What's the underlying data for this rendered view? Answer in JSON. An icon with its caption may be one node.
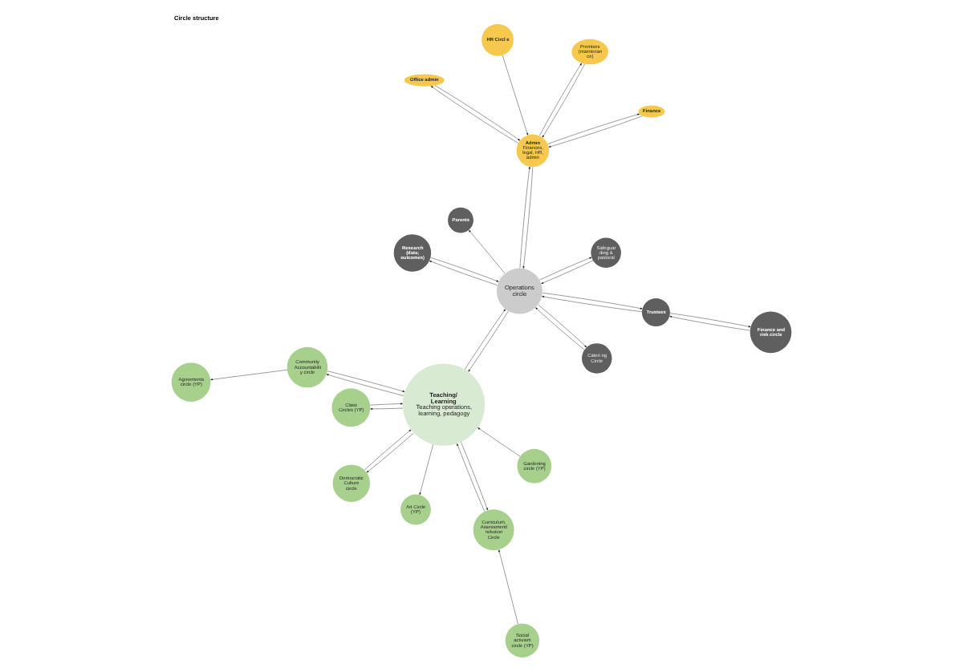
{
  "diagram": {
    "title": "Circle structure",
    "nodes": [
      {
        "text": [
          "Teaching/ Learning",
          "Teaching operations, learning, pedagogy"
        ]
      },
      {
        "text": [
          "Social activism circle (YP)"
        ]
      },
      {
        "text": [
          "Curriculum, Assessmentl nclusion Circle"
        ]
      },
      {
        "text": [
          "Class Circles (YP)"
        ]
      },
      {
        "text": [
          "Community Accountabilit y circle"
        ]
      },
      {
        "text": [
          "Agreements circle (YP)"
        ]
      },
      {
        "text": [
          "Democratic Culture circle"
        ]
      },
      {
        "text": [
          "Gardening circle (YP)"
        ]
      },
      {
        "text": [
          "Art Circle (YP)"
        ]
      },
      {
        "text": [
          "Operations circle"
        ]
      },
      {
        "text": [
          "Admin",
          "Finances, legal, HR, admin"
        ]
      },
      {
        "text": [
          "Office admin"
        ]
      },
      {
        "text": [
          "Finance"
        ]
      },
      {
        "text": [
          "Premises (maintenan ce)"
        ]
      },
      {
        "text": [
          "HR Circl e"
        ]
      },
      {
        "text": [
          "Cateri ng Circle"
        ]
      },
      {
        "text": [
          "Safeguar ding & pastoral"
        ]
      },
      {
        "text": [
          "Parents"
        ]
      },
      {
        "text": [
          "Research (data; outcomes)"
        ]
      },
      {
        "text": [
          "Trustees"
        ]
      },
      {
        "text": [
          "Finance and risk circle"
        ]
      }
    ],
    "edges": [
      {
        "from": 1,
        "to": 2,
        "arrow": "to"
      },
      {
        "from": 0,
        "to": 2,
        "arrow": "to"
      },
      {
        "from": 2,
        "to": 0,
        "arrow": "to"
      },
      {
        "from": 0,
        "to": 3,
        "arrow": "to"
      },
      {
        "from": 3,
        "to": 0,
        "arrow": "to"
      },
      {
        "from": 4,
        "to": 0,
        "arrow": "to"
      },
      {
        "from": 0,
        "to": 4,
        "arrow": "to"
      },
      {
        "from": 4,
        "to": 5,
        "arrow": "to"
      },
      {
        "from": 6,
        "to": 0,
        "arrow": "to"
      },
      {
        "from": 0,
        "to": 6,
        "arrow": "to"
      },
      {
        "from": 7,
        "to": 0,
        "arrow": "to"
      },
      {
        "from": 0,
        "to": 8,
        "arrow": "to"
      },
      {
        "from": 0,
        "to": 9,
        "arrow": "to"
      },
      {
        "from": 9,
        "to": 0,
        "arrow": "to"
      },
      {
        "from": 9,
        "to": 10,
        "arrow": "to"
      },
      {
        "from": 10,
        "to": 9,
        "arrow": "to"
      },
      {
        "from": 10,
        "to": 11,
        "arrow": "to"
      },
      {
        "from": 11,
        "to": 10,
        "arrow": "to"
      },
      {
        "from": 10,
        "to": 12,
        "arrow": "to"
      },
      {
        "from": 12,
        "to": 10,
        "arrow": "to"
      },
      {
        "from": 10,
        "to": 13,
        "arrow": "to"
      },
      {
        "from": 13,
        "to": 10,
        "arrow": "to"
      },
      {
        "from": 14,
        "to": 10,
        "arrow": "to"
      },
      {
        "from": 9,
        "to": 15,
        "arrow": "to"
      },
      {
        "from": 15,
        "to": 9,
        "arrow": "to"
      },
      {
        "from": 9,
        "to": 16,
        "arrow": "to"
      },
      {
        "from": 16,
        "to": 9,
        "arrow": "to"
      },
      {
        "from": 9,
        "to": 17,
        "arrow": "to"
      },
      {
        "from": 9,
        "to": 18,
        "arrow": "to"
      },
      {
        "from": 18,
        "to": 9,
        "arrow": "to"
      },
      {
        "from": 19,
        "to": 9,
        "arrow": "to"
      },
      {
        "from": 9,
        "to": 19,
        "arrow": "to"
      },
      {
        "from": 20,
        "to": 19,
        "arrow": "to"
      },
      {
        "from": 19,
        "to": 20,
        "arrow": "to"
      }
    ]
  }
}
